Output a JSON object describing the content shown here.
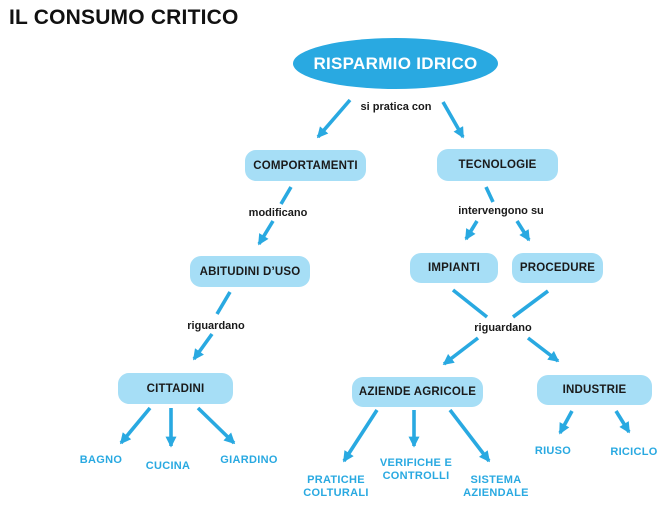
{
  "title": "IL CONSUMO CRITICO",
  "root": {
    "label": "RISPARMIO IDRICO"
  },
  "colors": {
    "accent_blue": "#29a9e1",
    "node_fill": "#a6def6",
    "text_dark": "#1a1a1a",
    "root_text": "#ffffff",
    "background": "#ffffff"
  },
  "links": {
    "si_pratica_con": "si pratica con",
    "modificano": "modificano",
    "intervengono_su": "intervengono su",
    "riguardano_left": "riguardano",
    "riguardano_right": "riguardano"
  },
  "nodes": {
    "comportamenti": "COMPORTAMENTI",
    "tecnologie": "TECNOLOGIE",
    "abitudini_duso": "ABITUDINI D’USO",
    "impianti": "IMPIANTI",
    "procedure": "PROCEDURE",
    "cittadini": "CITTADINI",
    "aziende_agricole": "AZIENDE AGRICOLE",
    "industrie": "INDUSTRIE"
  },
  "leaves": {
    "bagno": "BAGNO",
    "cucina": "CUCINA",
    "giardino": "GIARDINO",
    "pratiche_colturali": "PRATICHE COLTURALI",
    "verifiche_controlli": "VERIFICHE E CONTROLLI",
    "sistema_aziendale": "SISTEMA AZIENDALE",
    "riuso": "RIUSO",
    "riciclo": "RICICLO"
  }
}
